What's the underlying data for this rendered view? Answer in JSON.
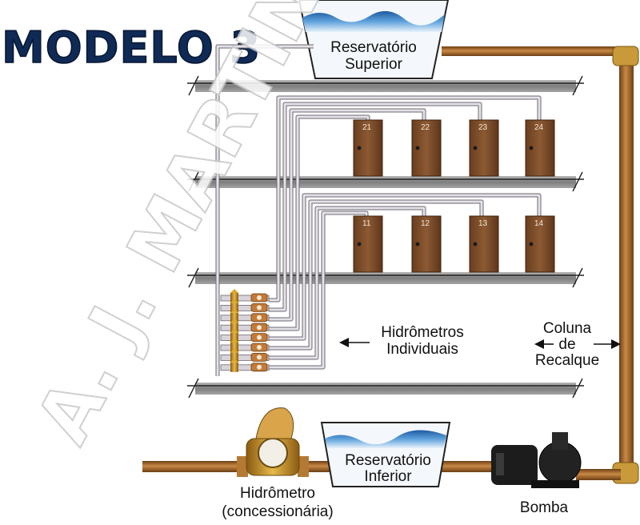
{
  "title": "MODELO 3",
  "watermark": "A. J. MARTINO",
  "tank_upper": {
    "line1": "Reservatório",
    "line2": "Superior"
  },
  "tank_lower": {
    "line1": "Reservatório",
    "line2": "Inferior"
  },
  "label_meters": {
    "line1": "Hidrômetros",
    "line2": "Individuais"
  },
  "label_column": {
    "line1": "Coluna",
    "line2": "de",
    "line3": "Recalque"
  },
  "label_main_meter": {
    "line1": "Hidrômetro",
    "line2": "(concessionária)"
  },
  "label_pump": "Bomba",
  "units": [
    {
      "number": "21",
      "floor": 2
    },
    {
      "number": "22",
      "floor": 2
    },
    {
      "number": "23",
      "floor": 2
    },
    {
      "number": "24",
      "floor": 2
    },
    {
      "number": "11",
      "floor": 1
    },
    {
      "number": "12",
      "floor": 1
    },
    {
      "number": "13",
      "floor": 1
    },
    {
      "number": "14",
      "floor": 1
    }
  ],
  "colors": {
    "title": "#0f2a55",
    "pipe_copper": "#a8692a",
    "pipe_gray": "#c9c4cc",
    "slab": "#8a8a8a",
    "door": "#7a4a28",
    "water": "#3f84c8",
    "meter_brass": "#d9a520"
  }
}
